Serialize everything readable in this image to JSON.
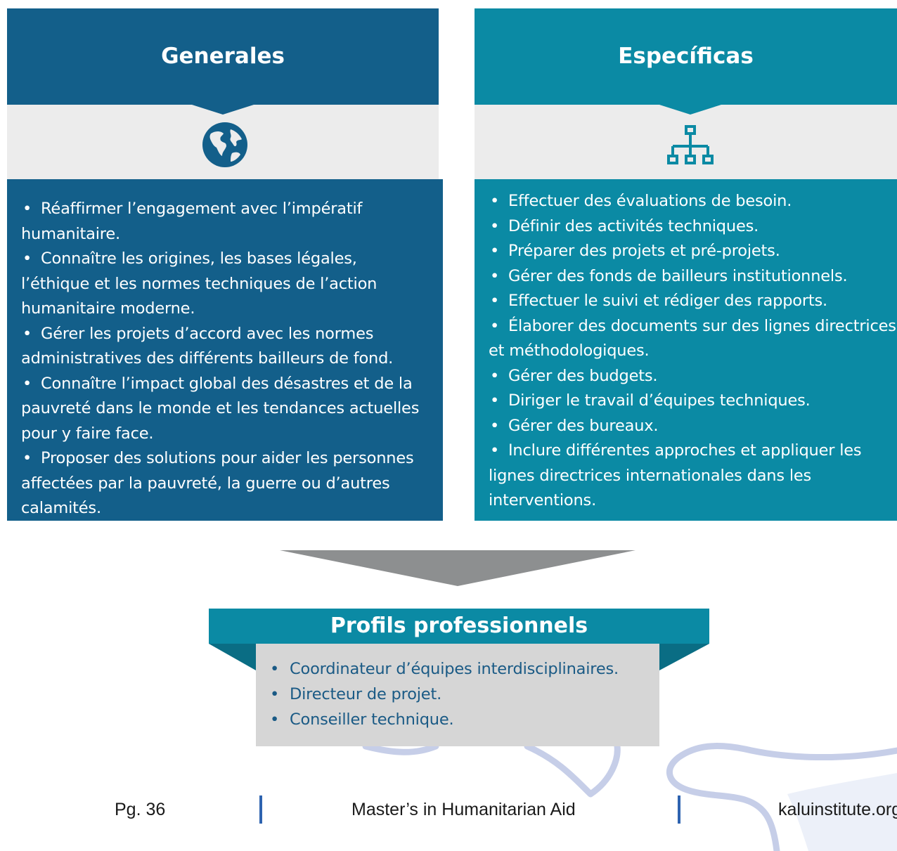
{
  "colors": {
    "generales_blue": "#135f8a",
    "especificas_teal": "#0b8aa4",
    "band_gray": "#ececec",
    "arrow_gray": "#8d8f90",
    "profiles_box_gray": "#d6d6d6",
    "profiles_text": "#1a5a85",
    "footer_separator": "#2e63b0"
  },
  "generales": {
    "title": "Generales",
    "icon": "globe-icon",
    "items": [
      "Réaffirmer l’engagement avec l’impératif humanitaire.",
      "Connaître les origines, les bases légales, l’éthique et les normes techniques de l’action humanitaire moderne.",
      "Gérer les projets d’accord avec les normes administratives des différents bailleurs de fond.",
      "Connaître l’impact global des désastres et de la pauvreté dans le monde et les tendances actuelles pour y faire face.",
      "Proposer des solutions pour aider les personnes affectées par la pauvreté, la guerre ou d’autres calamités."
    ]
  },
  "especificas": {
    "title": "Específicas",
    "icon": "org-chart-icon",
    "items": [
      "Effectuer des évaluations de besoin.",
      "Définir des activités techniques.",
      "Préparer des projets et pré-projets.",
      "Gérer des fonds de bailleurs institutionnels.",
      "Effectuer le suivi et rédiger des rapports.",
      "Élaborer des documents sur des lignes directrices et méthodologiques.",
      "Gérer des budgets.",
      "Diriger le travail d’équipes techniques.",
      "Gérer des bureaux.",
      "Inclure différentes approches et appliquer les lignes directrices internationales dans les interventions."
    ]
  },
  "profiles": {
    "title": "Profils professionnels",
    "items": [
      "Coordinateur d’équipes interdisciplinaires.",
      "Directeur de projet.",
      "Conseiller technique."
    ]
  },
  "footer": {
    "page": "Pg. 36",
    "program": "Master’s in Humanitarian Aid",
    "website": "kaluinstitute.org"
  }
}
